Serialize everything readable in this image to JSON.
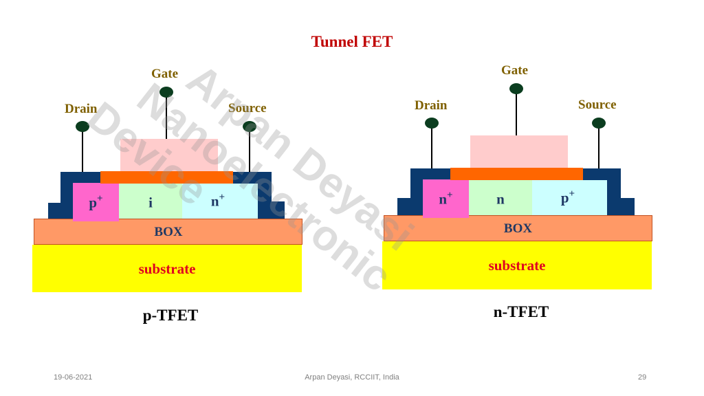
{
  "slide": {
    "title": "Tunnel FET",
    "footer_date": "19-06-2021",
    "footer_author": "Arpan Deyasi, RCCIIT, India",
    "page_number": "29"
  },
  "watermark": {
    "line1": "Arpan Deyasi",
    "line2": "Nanoelectronic",
    "line3": "Device"
  },
  "p_tfet": {
    "name": "p-TFET",
    "drain_label": "Drain",
    "gate_label": "Gate",
    "source_label": "Source",
    "regions": [
      {
        "base": "p",
        "sup": "+"
      },
      {
        "base": "i",
        "sup": ""
      },
      {
        "base": "n",
        "sup": "+"
      }
    ],
    "box_label": "BOX",
    "substrate_label": "substrate"
  },
  "n_tfet": {
    "name": "n-TFET",
    "drain_label": "Drain",
    "gate_label": "Gate",
    "source_label": "Source",
    "regions": [
      {
        "base": "n",
        "sup": "+"
      },
      {
        "base": "n",
        "sup": ""
      },
      {
        "base": "p",
        "sup": "+"
      }
    ],
    "box_label": "BOX",
    "substrate_label": "substrate"
  },
  "colors": {
    "title": "#c00000",
    "terminal_text": "#7f6000",
    "contact_navy": "#0b3a6e",
    "gate_oxide": "#ff6600",
    "gate_metal": "#ffcccc",
    "p_plus_region": "#ff66cc",
    "intrinsic_region": "#ccffcc",
    "n_plus_region": "#ccffff",
    "box_layer": "#ff9966",
    "substrate": "#ffff00",
    "substrate_text": "#e00020",
    "terminal_dot": "#0b3d1f"
  }
}
